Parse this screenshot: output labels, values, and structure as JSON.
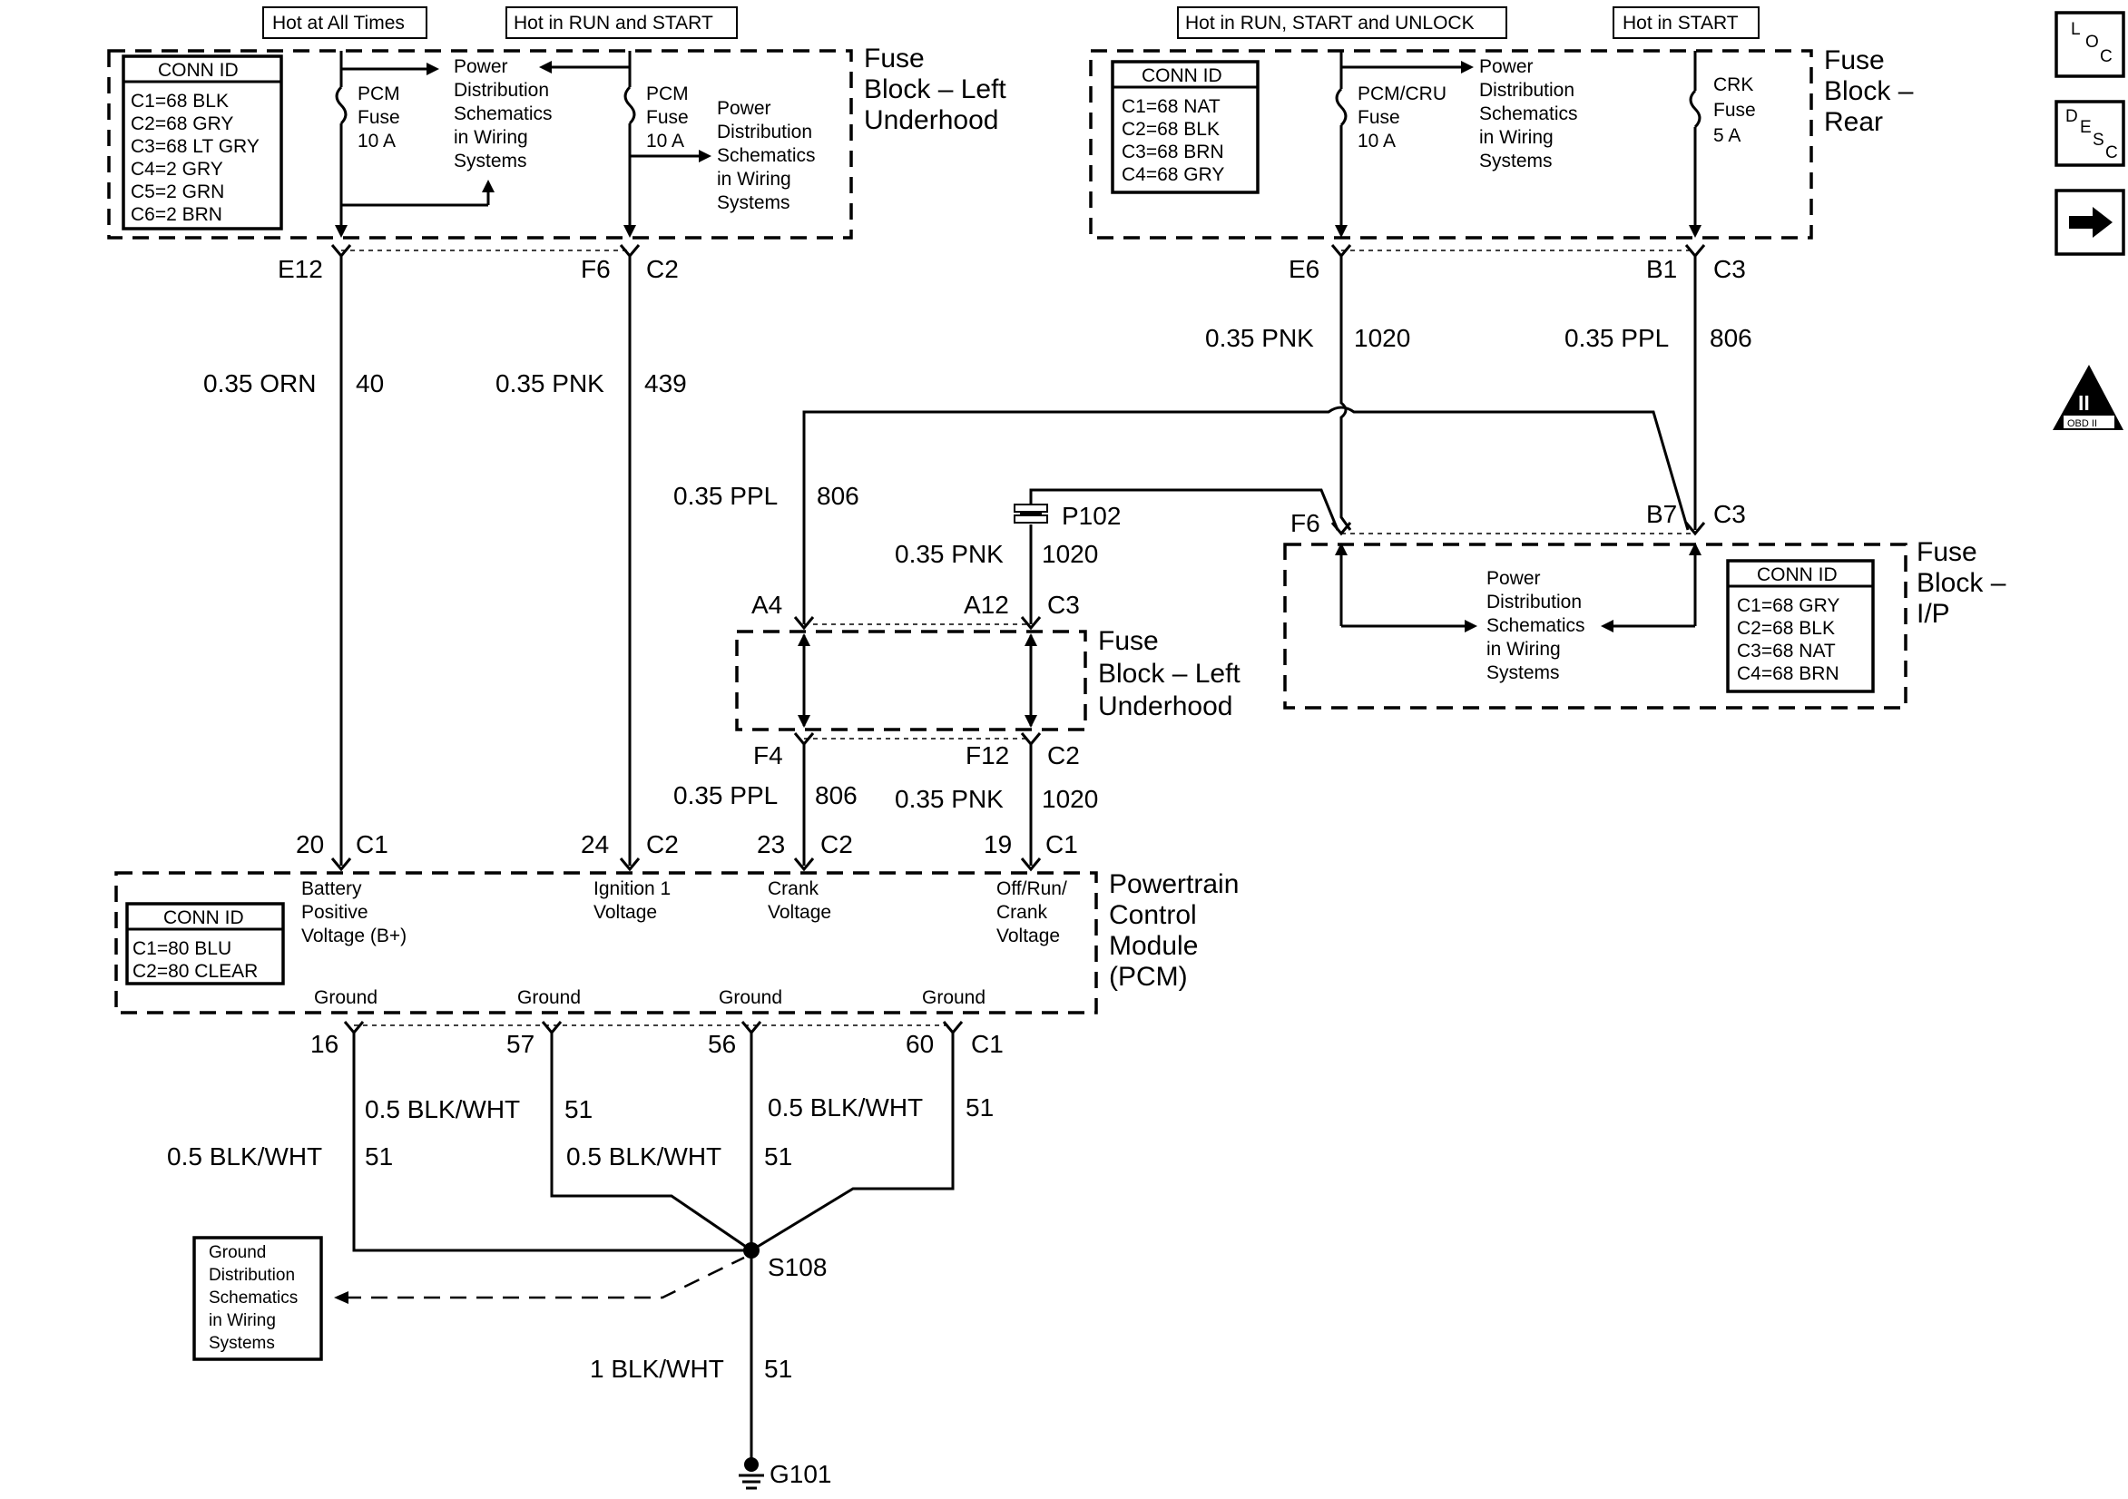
{
  "header_tags": {
    "hot_all_times": "Hot at All Times",
    "hot_run_start": "Hot in RUN and START",
    "hot_run_start_unlock": "Hot in RUN, START and UNLOCK",
    "hot_start": "Hot in START"
  },
  "fuse_block_left_underhood": {
    "title_lines": [
      "Fuse",
      "Block – Left",
      "Underhood"
    ],
    "conn_id": {
      "title": "CONN ID",
      "rows": [
        "C1=68 BLK",
        "C2=68 GRY",
        "C3=68 LT GRY",
        "C4=2 GRY",
        "C5=2 GRN",
        "C6=2 BRN"
      ]
    },
    "pcm_fuse_1": [
      "PCM",
      "Fuse",
      "10 A"
    ],
    "pcm_fuse_2": [
      "PCM",
      "Fuse",
      "10 A"
    ],
    "pds_1": [
      "Power",
      "Distribution",
      "Schematics",
      "in Wiring",
      "Systems"
    ],
    "pds_2": [
      "Power",
      "Distribution",
      "Schematics",
      "in Wiring",
      "Systems"
    ],
    "pin_e12": "E12",
    "pin_f6": "F6",
    "pin_c2": "C2"
  },
  "fuse_block_rear": {
    "title_lines": [
      "Fuse",
      "Block –",
      "Rear"
    ],
    "conn_id": {
      "title": "CONN ID",
      "rows": [
        "C1=68 NAT",
        "C2=68 BLK",
        "C3=68 BRN",
        "C4=68 GRY"
      ]
    },
    "pcm_cru_fuse": [
      "PCM/CRU",
      "Fuse",
      "10 A"
    ],
    "crk_fuse": [
      "CRK",
      "Fuse",
      "5 A"
    ],
    "pds": [
      "Power",
      "Distribution",
      "Schematics",
      "in Wiring",
      "Systems"
    ],
    "pin_e6": "E6",
    "pin_b1": "B1",
    "pin_c3": "C3"
  },
  "fuse_block_ip": {
    "title_lines": [
      "Fuse",
      "Block –",
      "I/P"
    ],
    "conn_id": {
      "title": "CONN ID",
      "rows": [
        "C1=68 GRY",
        "C2=68 BLK",
        "C3=68 NAT",
        "C4=68 BRN"
      ]
    },
    "pds": [
      "Power",
      "Distribution",
      "Schematics",
      "in Wiring",
      "Systems"
    ],
    "pin_f6": "F6",
    "pin_b7": "B7",
    "pin_c3": "C3"
  },
  "fuse_block_left_underhood_2": {
    "title_lines": [
      "Fuse",
      "Block – Left",
      "Underhood"
    ],
    "pin_a4": "A4",
    "pin_a12": "A12",
    "pin_c3": "C3",
    "pin_f4": "F4",
    "pin_f12": "F12",
    "pin_c2": "C2"
  },
  "splice_p102": "P102",
  "wires": {
    "w40": {
      "gauge": "0.35 ORN",
      "circuit": "40"
    },
    "w439": {
      "gauge": "0.35 PNK",
      "circuit": "439"
    },
    "w1020_top": {
      "gauge": "0.35 PNK",
      "circuit": "1020"
    },
    "w806_top": {
      "gauge": "0.35 PPL",
      "circuit": "806"
    },
    "w806_mid": {
      "gauge": "0.35 PPL",
      "circuit": "806"
    },
    "w1020_mid": {
      "gauge": "0.35 PNK",
      "circuit": "1020"
    },
    "w806_low": {
      "gauge": "0.35 PPL",
      "circuit": "806"
    },
    "w1020_low": {
      "gauge": "0.35 PNK",
      "circuit": "1020"
    },
    "gnd_16": {
      "gauge": "0.5 BLK/WHT",
      "circuit": "51"
    },
    "gnd_57": {
      "gauge": "0.5 BLK/WHT",
      "circuit": "51"
    },
    "gnd_56": {
      "gauge": "0.5 BLK/WHT",
      "circuit": "51"
    },
    "gnd_60": {
      "gauge": "0.5 BLK/WHT",
      "circuit": "51"
    },
    "gnd_main": {
      "gauge": "1 BLK/WHT",
      "circuit": "51"
    }
  },
  "pcm": {
    "title_lines": [
      "Powertrain",
      "Control",
      "Module",
      "(PCM)"
    ],
    "conn_id": {
      "title": "CONN ID",
      "rows": [
        "C1=80 BLU",
        "C2=80 CLEAR"
      ]
    },
    "pins": {
      "p20": "20",
      "p20_conn": "C1",
      "p24": "24",
      "p24_conn": "C2",
      "p23": "23",
      "p23_conn": "C2",
      "p19": "19",
      "p19_conn": "C1",
      "p16": "16",
      "p57": "57",
      "p56": "56",
      "p60": "60",
      "p60_conn": "C1"
    },
    "battery_label": [
      "Battery",
      "Positive",
      "Voltage (B+)"
    ],
    "ignition_label": [
      "Ignition 1",
      "Voltage"
    ],
    "crank_label": [
      "Crank",
      "Voltage"
    ],
    "offruncrank_label": [
      "Off/Run/",
      "Crank",
      "Voltage"
    ],
    "ground_labels": [
      "Ground",
      "Ground",
      "Ground",
      "Ground"
    ]
  },
  "splice_s108": "S108",
  "ground_g101": "G101",
  "ground_distribution": [
    "Ground",
    "Distribution",
    "Schematics",
    "in Wiring",
    "Systems"
  ],
  "nav": {
    "loc_letters": [
      "L",
      "O",
      "C"
    ],
    "desc_letters": [
      "D",
      "E",
      "S",
      "C"
    ],
    "next_arrow": "→",
    "obd_main": "II",
    "obd_sub": "OBD II"
  }
}
